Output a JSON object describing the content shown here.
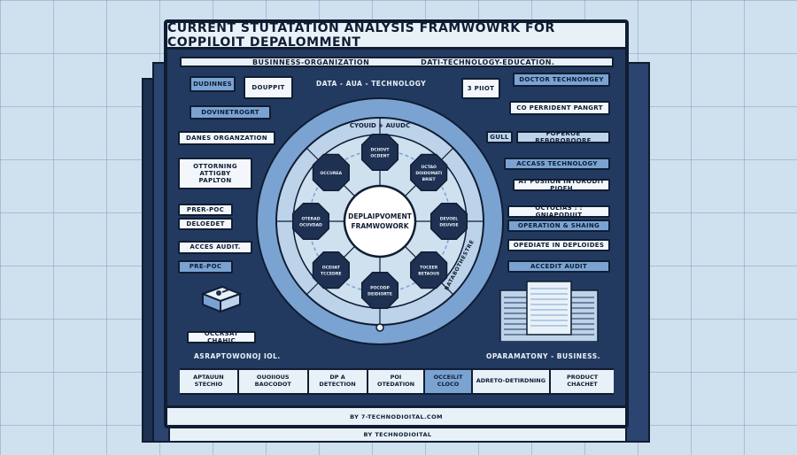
{
  "title": "CURRENT STUTATATION ANALYSIS FRAMWOWRK FOR COPPILOIT DEPALOMMENT",
  "top_band": {
    "left": "BUSINNESS-ORGANIZATION",
    "right": "DATI-TECHNOLOGY-EDUCATION.",
    "center": "DATA - AUA - TECHNOLOGY"
  },
  "left_labels": [
    "DUDINNES",
    "DOUPPIT",
    "DOVINETROGRT",
    "DANES ORGANZATION",
    "OTTORNING\nATTIGBY\nPAPLTON",
    "PRER-POC",
    "DELOEDET",
    "ACCES AUDIT.",
    "PRE-POC",
    "OCCRSAT CHAHIC"
  ],
  "right_labels": [
    "3 PIIOT",
    "DOCTOR TECHNOMGEY",
    "CO PERRIDENT PANGRT",
    "GULL",
    "FOPEROE REBOROBOORE",
    "ACCASS TECHNOLOGY",
    "AT PUSIION INTORODIT PIOEH",
    "OCTOLIAS : : GNIAPODUIT",
    "OPERATION & SHAING",
    "OPEDIATE IN DEPLOIDES",
    "ACCEDIT AUDIT"
  ],
  "ring_top_label": "CYOUID + AUUDC",
  "center_label": "DEPLAIPVOMENT\nFRAMWOWORK",
  "nodes": [
    "DCIIOVT\nOCDENT",
    "OCTAO\nDOIDOMATI\nBRIET",
    "DEVOEL\nDEUVOE",
    "TOCEER\nBETAOUS",
    "POCODP\nDEIDIORTE",
    "OCEIIAT\nTCCEDRE",
    "OTERAD\nOCUVDAD",
    "OCCUREA"
  ],
  "ring_side_label": "BATABOTHESTRE",
  "left_caption": "ASRAPTOWONOJ IOL.",
  "right_caption": "OPARAMATONY - BUSINESS.",
  "bottom_cells": [
    "APTAUUN\nSTECHIO",
    "OUOIIOUS\nBAOCODOT",
    "DP A\nDETECTION",
    "POI\nOTEDATION",
    "OCCEILIT\nCLOCO",
    "ADRETO-DETIRDNING",
    "PRODUCT\nCHACHET"
  ],
  "footer_inner": "BY 7-TECHNODIOITAL.COM",
  "footer_outer": "BY TECHNODIOITAL",
  "colors": {
    "navy": "#1f3152",
    "panel": "#233a60",
    "accent_blue": "#7aa3d2",
    "light_blue": "#bcd3ea",
    "paper": "#e9f1f8",
    "background": "#cfe0ef"
  }
}
